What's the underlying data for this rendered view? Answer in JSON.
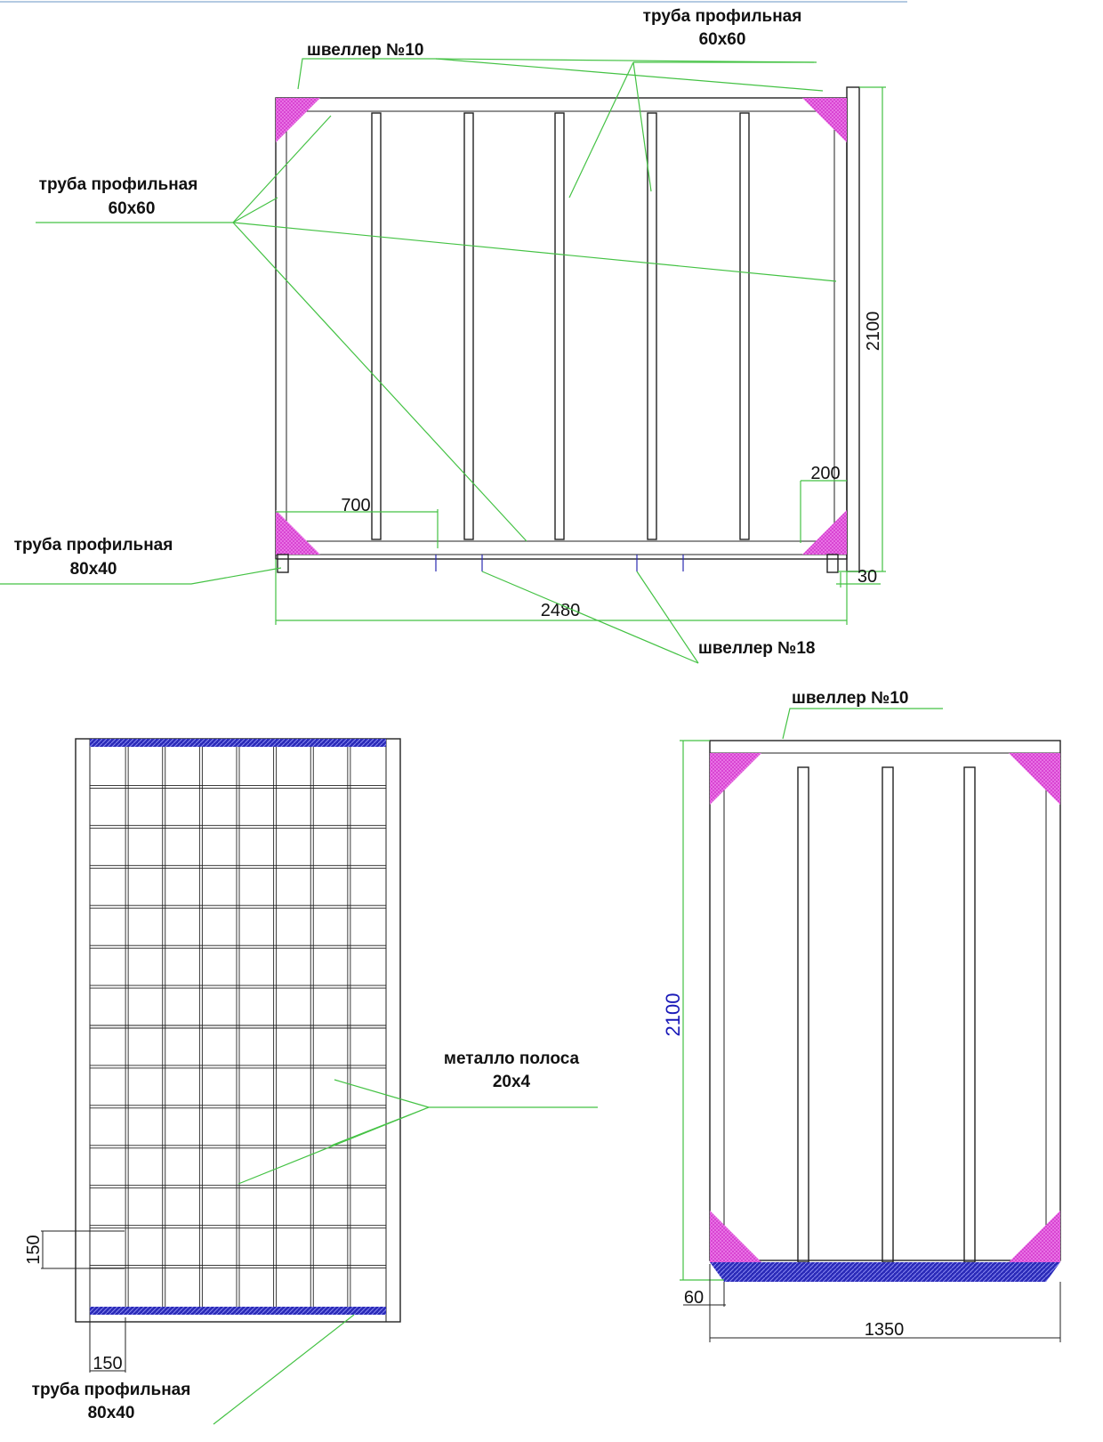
{
  "colors": {
    "line": "#222222",
    "leader": "#44c244",
    "gusset": "#d63fd0",
    "hatch_blue": "#2a2ab8",
    "dim_blue_text": "#1a1ab8",
    "top_rule": "#9bb8d8"
  },
  "front_view": {
    "label_channel_10": "швеллер №10",
    "label_tube_60_top_line1": "труба профильная",
    "label_tube_60_top_line2": "60х60",
    "label_tube_60_left_line1": "труба профильная",
    "label_tube_60_left_line2": "60х60",
    "label_tube_80_line1": "труба профильная",
    "label_tube_80_line2": "80х40",
    "label_channel_18": "швеллер №18",
    "dim_width": "2480",
    "dim_height": "2100",
    "dim_700": "700",
    "dim_200": "200",
    "dim_30": "30"
  },
  "floor_view": {
    "label_strip_line1": "металло полоса",
    "label_strip_line2": "20х4",
    "label_tube_line1": "труба профильная",
    "label_tube_line2": "80х40",
    "dim_cell_vertical": "150",
    "dim_cell_horizontal": "150"
  },
  "side_view": {
    "label_channel_10": "швеллер №10",
    "dim_height": "2100",
    "dim_width": "1350",
    "dim_60": "60"
  }
}
